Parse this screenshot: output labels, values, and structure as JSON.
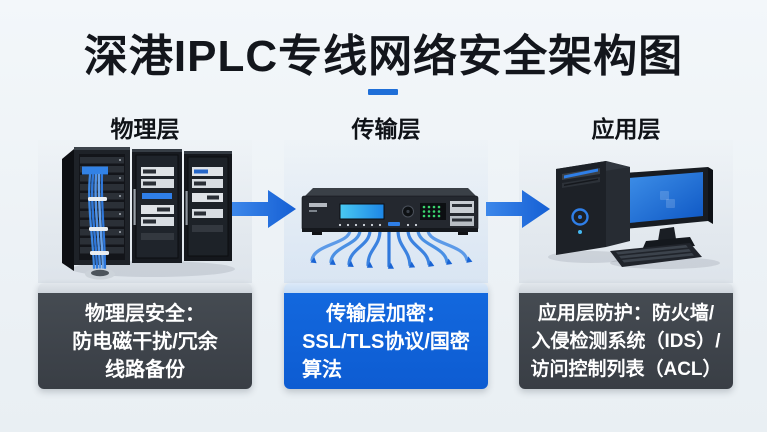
{
  "title": "深港IPLC专线网络安全架构图",
  "columns": [
    {
      "header": "物理层",
      "device": "server-rack",
      "caption": {
        "line1": "物理层安全：",
        "line2": "防电磁干扰/冗余",
        "line3": "线路备份"
      }
    },
    {
      "header": "传输层",
      "device": "network-switch-with-fanout-cables",
      "caption": {
        "line1": "传输层加密：",
        "line2": "SSL/TLS协议/国密",
        "line3": "算法"
      }
    },
    {
      "header": "应用层",
      "device": "desktop-computer",
      "caption": {
        "line1": "应用层防护：防火墙/",
        "line2": "入侵检测系统（IDS）/",
        "line3": "访问控制列表（ACL）"
      }
    }
  ],
  "connectors": [
    "arrow-right",
    "arrow-right"
  ],
  "colors": {
    "background": "#EDF2F6",
    "title_text": "#13161C",
    "title_dash": "#1F6FD8",
    "arrow_blue": "#1C66E0",
    "card_dark": "#3F444B",
    "card_blue": "#0F62D8",
    "card_rim_gray": "#D3DAE1",
    "card_rim_blue": "#C8DCF4",
    "cable_blue": "#3B82E0",
    "screen_blue": "#1B79E0",
    "led_green": "#3AD56E",
    "caption_text": "#FFFFFF"
  }
}
